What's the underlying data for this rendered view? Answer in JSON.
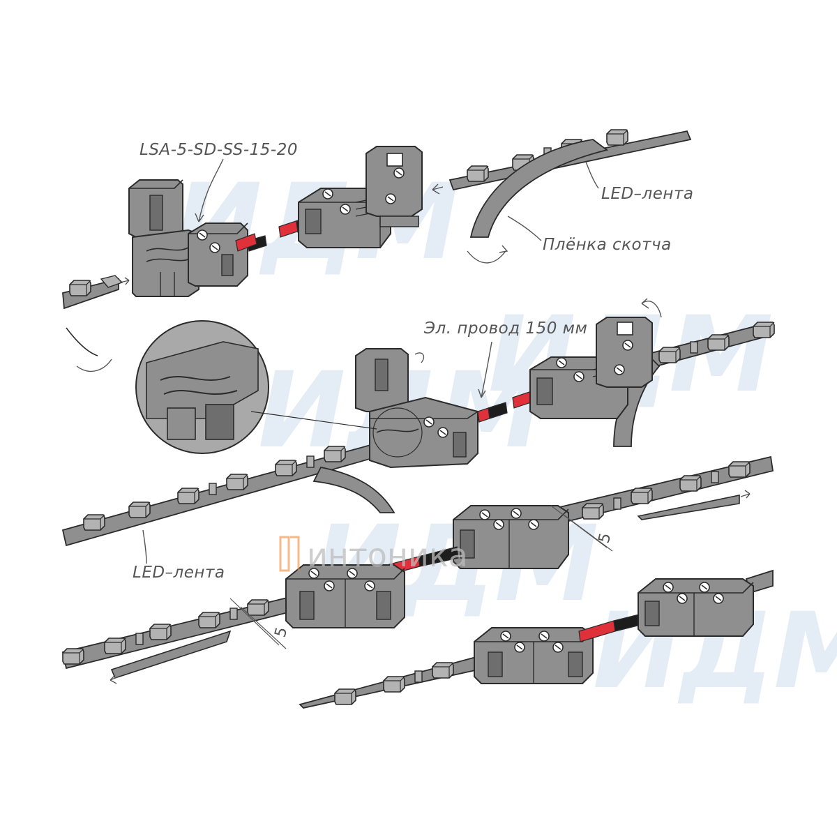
{
  "labels": {
    "part_number": "LSA-5-SD-SS-15-20",
    "led_strip_top": "LED–лента",
    "tape_film": "Плёнка скотча",
    "wire": "Эл. провод 150 мм",
    "led_strip_left": "LED–лента",
    "dim_right": "5",
    "dim_left": "5"
  },
  "watermarks": {
    "logo_text": "ИДМ",
    "brand_text": "интоника"
  },
  "colors": {
    "body": "#8f8f8f",
    "body_light": "#a9a9a9",
    "body_dark": "#6e6e6e",
    "outline": "#2b2b2b",
    "wire_red": "#e0303a",
    "wire_black": "#1d1d1d",
    "watermark": "#e4edf5",
    "brand_orange": "#f08a3a"
  }
}
